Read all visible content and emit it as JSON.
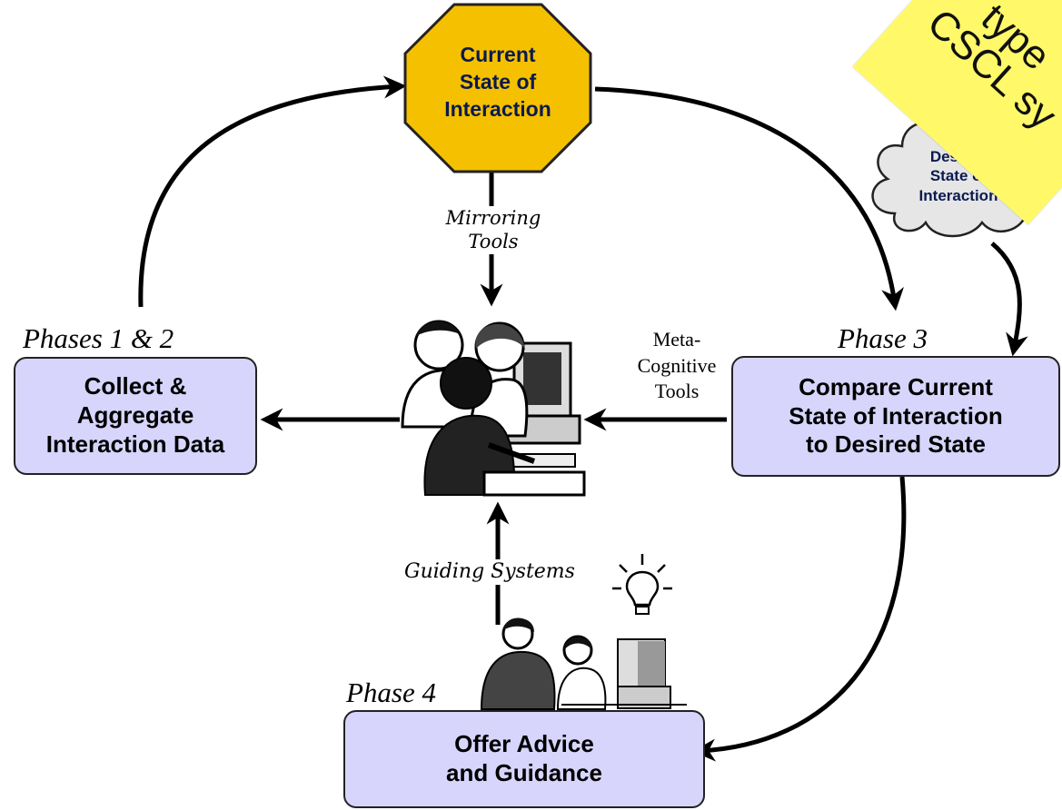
{
  "center_node": {
    "lines": [
      "Current",
      "State of",
      "Interaction"
    ]
  },
  "desired_node": {
    "lines": [
      "Desired",
      "State of",
      "Interaction"
    ]
  },
  "phase_labels": {
    "p12": "Phases 1 & 2",
    "p3": "Phase 3",
    "p4": "Phase 4"
  },
  "boxes": {
    "collect": [
      "Collect &",
      "Aggregate",
      "Interaction Data"
    ],
    "compare": [
      "Compare Current",
      "State of Interaction",
      "to Desired State"
    ],
    "offer": [
      "Offer Advice",
      "and Guidance"
    ]
  },
  "tools": {
    "mirroring": [
      "Mirroring",
      "Tools"
    ],
    "metacognitive": [
      "Meta-",
      "Cognitive",
      "Tools"
    ],
    "guiding": "Guiding Systems"
  },
  "sticky_note": {
    "lines": [
      "type",
      "CSCL sy"
    ]
  },
  "colors": {
    "octagon_fill": "#f5c000",
    "box_fill": "#d7d5fb",
    "cloud_fill": "#e6e6e6",
    "sticky_fill": "#fff96a",
    "line": "#000000"
  },
  "icons": [
    "students-at-computer-icon",
    "teacher-with-student-icon",
    "lightbulb-icon"
  ]
}
